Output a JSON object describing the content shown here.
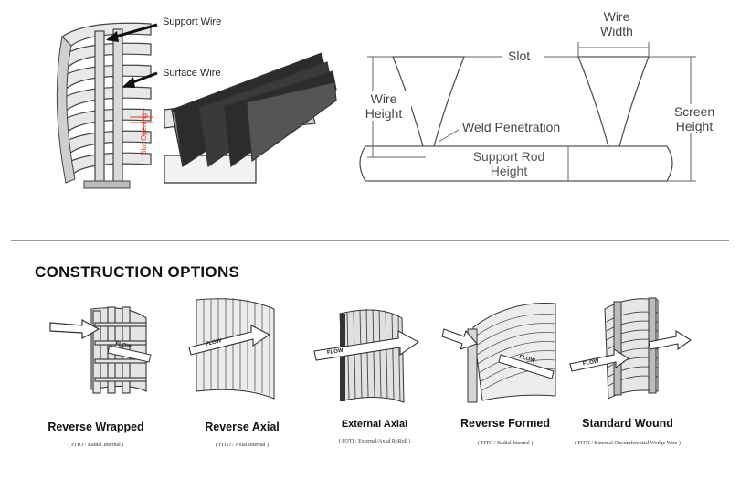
{
  "top_left_diagram": {
    "support_wire_label": "Support Wire",
    "surface_wire_label": "Surface Wire",
    "slot_opening_label": "Slot Opening"
  },
  "top_right_diagram": {
    "wire_width_label_1": "Wire",
    "wire_width_label_2": "Width",
    "slot_label": "Slot",
    "wire_height_label_1": "Wire",
    "wire_height_label_2": "Height",
    "weld_penetration_label": "Weld Penetration",
    "support_rod_label_1": "Support Rod",
    "support_rod_label_2": "Height",
    "screen_height_label_1": "Screen",
    "screen_height_label_2": "Height"
  },
  "section_heading": "CONSTRUCTION OPTIONS",
  "options": [
    {
      "name": "Reverse Wrapped",
      "subtitle": "( FITO / Radial Internal )",
      "flow_label": "FLOW"
    },
    {
      "name": "Reverse Axial",
      "subtitle": "( FITO / Axial Internal )",
      "flow_label": "FLOW"
    },
    {
      "name": "External Axial",
      "subtitle": "( FOTI / External/Axial ReRoll )",
      "flow_label": "FLOW"
    },
    {
      "name": "Reverse Formed",
      "subtitle": "( FITO / Radial Internal )",
      "flow_label": "FLOW"
    },
    {
      "name": "Standard Wound",
      "subtitle": "( FOTI / External Circumferential Wedge Wire )",
      "flow_label": "FLOW"
    }
  ],
  "colors": {
    "accent_red": "#d23b2b",
    "line": "#333333",
    "divider": "#9a9a9a"
  }
}
